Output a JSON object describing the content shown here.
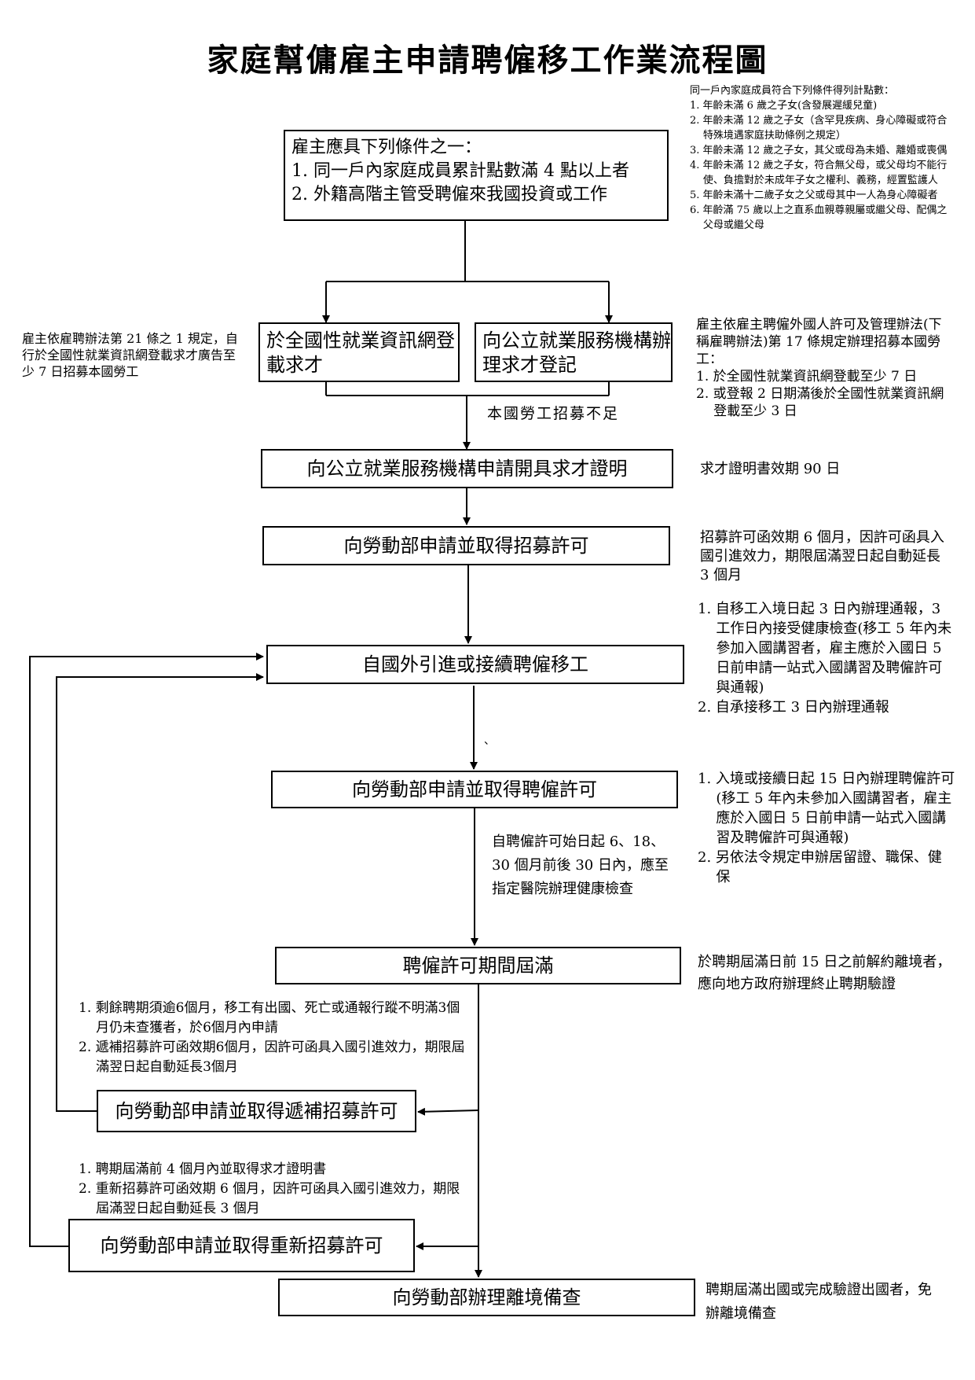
{
  "title": "家庭幫傭雇主申請聘僱移工作業流程圖",
  "points_note": {
    "heading": "同一戶內家庭成員符合下列條件得列計點數：",
    "items": [
      "1. 年齡未滿 6 歲之子女(含發展遲緩兒童)",
      "2. 年齡未滿 12 歲之子女（含罕見疾病、身心障礙或符合特殊境遇家庭扶助條例之規定）",
      "3. 年齡未滿 12 歲之子女，其父或母為未婚、離婚或喪偶",
      "4. 年齡未滿 12 歲之子女，符合無父母，或父母均不能行使、負擔對於未成年子女之權利、義務，經置監護人",
      "5. 年齡未滿十二歲子女之父或母其中一人為身心障礙者",
      "6. 年齡滿 75 歲以上之直系血親尊親屬或繼父母、配偶之父母或繼父母"
    ]
  },
  "box_conditions": {
    "heading": "雇主應具下列條件之一：",
    "line1": "1. 同一戶內家庭成員累計點數滿 4 點以上者",
    "line2": "2. 外籍高階主管受聘僱來我國投資或工作"
  },
  "note_left_recruit": "雇主依雇聘辦法第 21 條之 1 規定，自行於全國性就業資訊網登載求才廣告至少 7 日招募本國勞工",
  "box_online": "於全國性就業資訊網登載求才",
  "box_public": "向公立就業服務機構辦理求才登記",
  "note_right_recruit": {
    "heading": "雇主依雇主聘僱外國人許可及管理辦法(下稱雇聘辦法)第 17 條規定辦理招募本國勞工：",
    "items": [
      "1. 於全國性就業資訊網登載至少 7 日",
      "2. 或登報 2 日期滿後於全國性就業資訊網登載至少 3 日"
    ]
  },
  "label_shortage": "本國勞工招募不足",
  "box_certificate": "向公立就業服務機構申請開具求才證明",
  "note_certificate": "求才證明書效期 90 日",
  "box_recruit_permit": "向勞動部申請並取得招募許可",
  "note_recruit_permit": "招募許可函效期 6 個月，因許可函具入國引進效力，期限屆滿翌日起自動延長 3 個月",
  "box_import": "自國外引進或接續聘僱移工",
  "note_import": {
    "items": [
      "1. 自移工入境日起 3 日內辦理通報，3 工作日內接受健康檢查(移工 5 年內未參加入國講習者，雇主應於入國日 5 日前申請一站式入國講習及聘僱許可與通報)",
      "2. 自承接移工 3 日內辦理通報"
    ]
  },
  "stray_mark": "、",
  "box_employ_permit": "向勞動部申請並取得聘僱許可",
  "note_employ_permit": {
    "items": [
      "1. 入境或接續日起 15 日內辦理聘僱許可(移工 5 年內未參加入國講習者，雇主應於入國日 5 日前申請一站式入國講習及聘僱許可與通報)",
      "2. 另依法令規定申辦居留證、職保、健保"
    ]
  },
  "note_health": "自聘僱許可始日起 6、18、30 個月前後 30 日內，應至指定醫院辦理健康檢查",
  "box_expire": "聘僱許可期間屆滿",
  "note_expire": "於聘期屆滿日前 15 日之前解約離境者，應向地方政府辦理終止聘期驗證",
  "note_replace": {
    "items": [
      "1. 剩餘聘期須逾6個月，移工有出國、死亡或通報行蹤不明滿3個月仍未查獲者，於6個月內申請",
      "2. 遞補招募許可函效期6個月，因許可函具入國引進效力，期限屆滿翌日起自動延長3個月"
    ]
  },
  "box_replace": "向勞動部申請並取得遞補招募許可",
  "note_rerecruit": {
    "items": [
      "1. 聘期屆滿前 4 個月內並取得求才證明書",
      "2. 重新招募許可函效期 6 個月，因許可函具入國引進效力，期限屆滿翌日起自動延長 3 個月"
    ]
  },
  "box_rerecruit": "向勞動部申請並取得重新招募許可",
  "box_departure": "向勞動部辦理離境備查",
  "note_departure": "聘期屆滿出國或完成驗證出國者，免辦離境備查"
}
